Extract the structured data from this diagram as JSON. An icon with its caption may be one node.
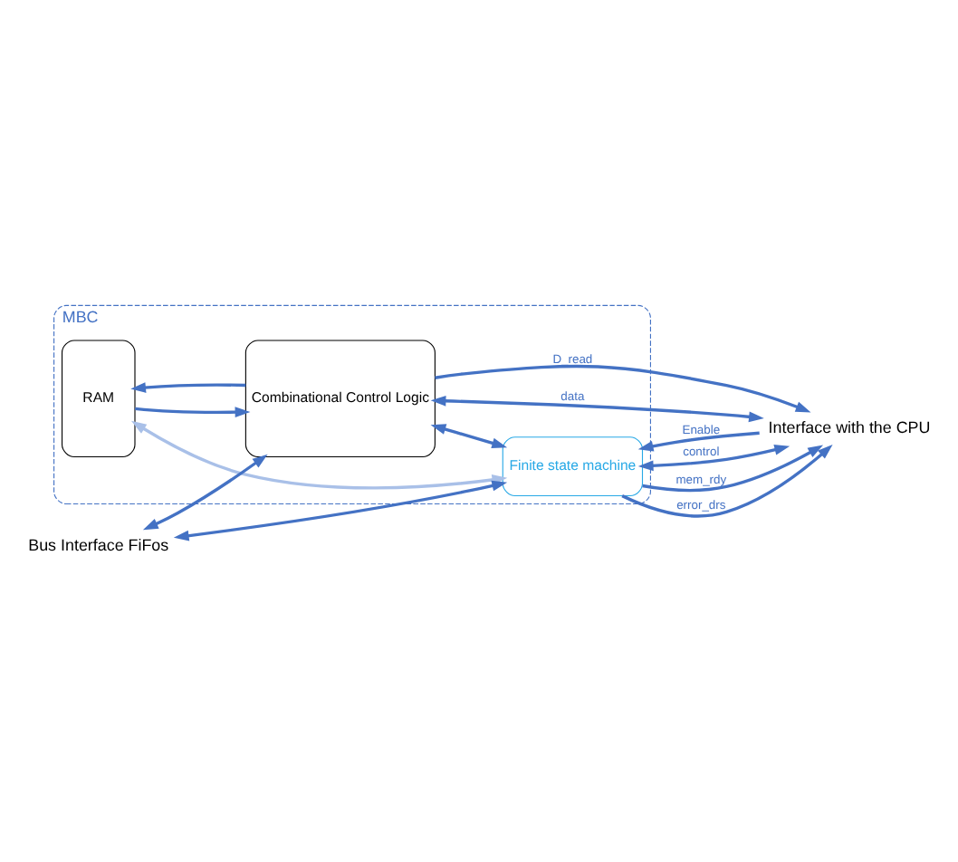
{
  "diagram": {
    "nodes": [
      {
        "text": [
          "MBC"
        ]
      },
      {
        "text": [
          "RAM"
        ],
        "in": 0
      },
      {
        "text": [
          "Combinational Control Logic"
        ],
        "in": 0
      },
      {
        "text": [
          "Finite state machine"
        ],
        "in": 0
      },
      {
        "text": [
          "Bus Interface FiFos"
        ]
      },
      {
        "text": [
          "Interface with the CPU"
        ]
      }
    ],
    "edges": [
      {
        "from": 2,
        "to": 1,
        "arrow": "to"
      },
      {
        "from": 1,
        "to": 2,
        "arrow": "to"
      },
      {
        "from": 4,
        "to": 2,
        "arrow": "both"
      },
      {
        "from": 4,
        "to": 3,
        "arrow": "both"
      },
      {
        "from": 2,
        "to": 3,
        "arrow": "both"
      },
      {
        "from": 1,
        "to": 3,
        "arrow": "both",
        "color": "#a9c0e8"
      },
      {
        "from": 2,
        "to": 5,
        "arrow": "both",
        "label": "data"
      },
      {
        "from": 2,
        "to": 5,
        "arrow": "to",
        "label": "D_read"
      },
      {
        "from": 3,
        "to": 5,
        "arrow": "both",
        "label": "control"
      },
      {
        "from": 3,
        "to": 5,
        "arrow": "to",
        "label": "mem_rdy"
      },
      {
        "from": 3,
        "to": 5,
        "arrow": "to",
        "label": "error_drs"
      },
      {
        "from": 5,
        "to": 3,
        "arrow": "to",
        "label": "Enable"
      }
    ]
  }
}
